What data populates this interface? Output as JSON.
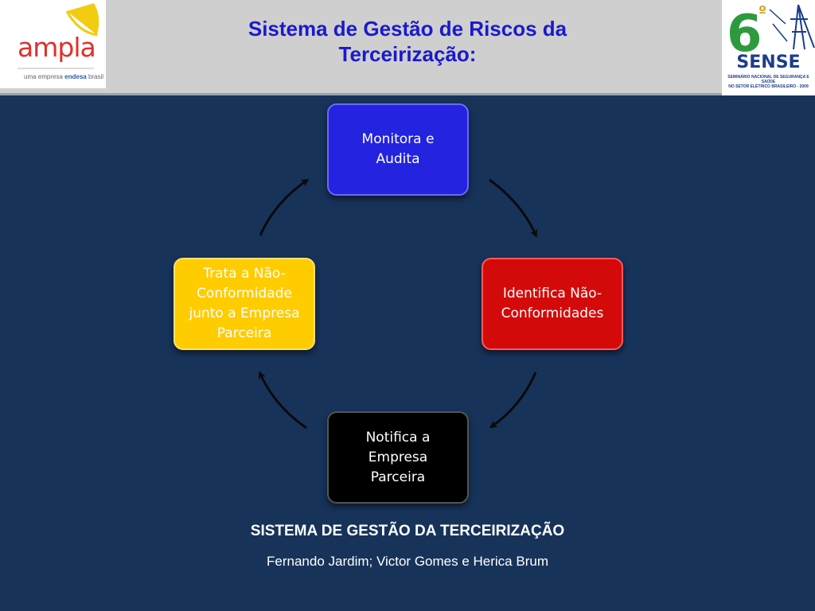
{
  "header": {
    "title_line1": "Sistema de Gestão de Riscos da",
    "title_line2": "Terceirização:"
  },
  "logo_left": {
    "brand": "ampla",
    "sub_prefix": "uma empresa ",
    "sub_brand": "endesa",
    "sub_suffix": " brasil"
  },
  "logo_right": {
    "number": "6",
    "ordinal": "º",
    "name": "SENSE",
    "sub_line1": "SEMINÁRIO NACIONAL DE SEGURANÇA E SAÚDE",
    "sub_line2": "NO SETOR ELÉTRICO BRASILEIRO - 2009"
  },
  "diagram": {
    "nodes": [
      {
        "id": "top",
        "lines": [
          "Monitora e",
          "Audita"
        ],
        "color": "#2323e0"
      },
      {
        "id": "right",
        "lines": [
          "Identifica Não-",
          "Conformidades"
        ],
        "color": "#d40a0a"
      },
      {
        "id": "bottom",
        "lines": [
          "Notifica a",
          "Empresa",
          "Parceira"
        ],
        "color": "#000000"
      },
      {
        "id": "left",
        "lines": [
          "Trata a Não-",
          "Conformidade",
          "junto a Empresa",
          "Parceira"
        ],
        "color": "#ffcc00"
      }
    ]
  },
  "footer": {
    "caption": "SISTEMA DE GESTÃO DA TERCEIRIZAÇÃO",
    "authors": "Fernando Jardim; Victor Gomes e Herica Brum"
  }
}
